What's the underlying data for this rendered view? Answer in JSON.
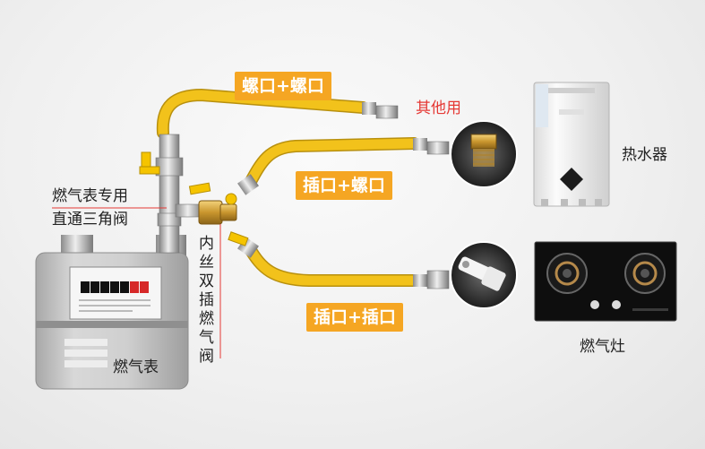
{
  "labels": {
    "screw_screw": "螺口+螺口",
    "plug_screw": "插口+螺口",
    "plug_plug": "插口+插口",
    "other_use": "其他用",
    "water_heater": "热水器",
    "gas_stove": "燃气灶",
    "gas_meter": "燃气表",
    "meter_valve_line1": "燃气表专用",
    "meter_valve_line2": "直通三角阀",
    "double_valve": "内丝双插燃气阀"
  },
  "colors": {
    "hose": "#f2c21b",
    "tag": "#f5a623",
    "accent_red": "#e53935",
    "valve_handle": "#f5c400"
  }
}
